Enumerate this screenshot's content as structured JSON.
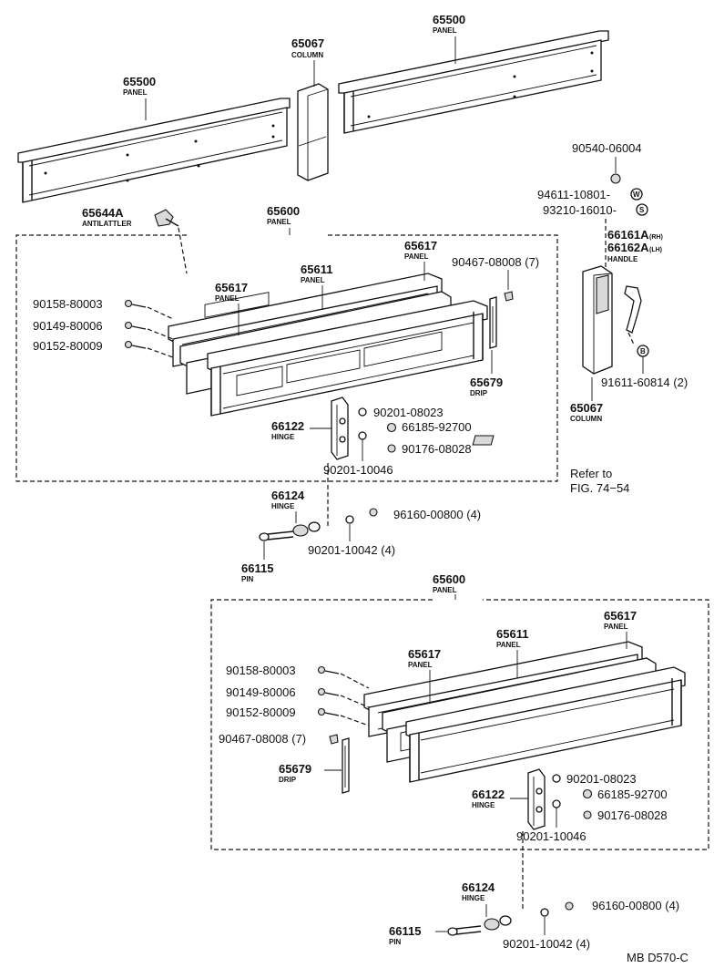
{
  "labels": {
    "p65500_left": "65500",
    "p65500_left_name": "PANEL",
    "p65500_right": "65500",
    "p65500_right_name": "PANEL",
    "p65067_top": "65067",
    "p65067_top_name": "COLUMN",
    "p65644a": "65644A",
    "p65644a_name": "ANTILATTLER",
    "p65600_1": "65600",
    "p65600_1_name": "PANEL",
    "p65617_1a": "65617",
    "p65617_1a_name": "PANEL",
    "p65611_1": "65611",
    "p65611_1_name": "PANEL",
    "p65617_1b": "65617",
    "p65617_1b_name": "PANEL",
    "p90467_1": "90467-08008 (7)",
    "p90158_1": "90158-80003",
    "p90149_1": "90149-80006",
    "p90152_1": "90152-80009",
    "p65679_1": "65679",
    "p65679_1_name": "DRIP",
    "p90201_08023_1": "90201-08023",
    "p66185_1": "66185-92700",
    "p90176_1": "90176-08028",
    "p66122_1": "66122",
    "p66122_1_name": "HINGE",
    "p90201_10046_1": "90201-10046",
    "p66124_1": "66124",
    "p66124_1_name": "HINGE",
    "p96160_1": "96160-00800 (4)",
    "p90201_10042_1": "90201-10042 (4)",
    "p66115_1": "66115",
    "p66115_1_name": "PIN",
    "p90540": "90540-06004",
    "p94611": "94611-10801-",
    "p94611_sym": "W",
    "p93210": "93210-16010-",
    "p93210_sym": "S",
    "p66161a": "66161A",
    "p66161a_sub": "(RH)",
    "p66162a": "66162A",
    "p66162a_sub": "(LH)",
    "p66161_name": "HANDLE",
    "p91611_sym": "B",
    "p91611": "91611-60814 (2)",
    "p65067_side": "65067",
    "p65067_side_name": "COLUMN",
    "refer1": "Refer to",
    "refer2": "FIG. 74−54",
    "p65600_2": "65600",
    "p65600_2_name": "PANEL",
    "p65617_2b": "65617",
    "p65617_2b_name": "PANEL",
    "p65611_2": "65611",
    "p65611_2_name": "PANEL",
    "p65617_2a": "65617",
    "p65617_2a_name": "PANEL",
    "p90158_2": "90158-80003",
    "p90149_2": "90149-80006",
    "p90152_2": "90152-80009",
    "p90467_2": "90467-08008 (7)",
    "p65679_2": "65679",
    "p65679_2_name": "DRIP",
    "p90201_08023_2": "90201-08023",
    "p66185_2": "66185-92700",
    "p90176_2": "90176-08028",
    "p66122_2": "66122",
    "p66122_2_name": "HINGE",
    "p90201_10046_2": "90201-10046",
    "p66124_2": "66124",
    "p66124_2_name": "HINGE",
    "p96160_2": "96160-00800 (4)",
    "p66115_2": "66115",
    "p66115_2_name": "PIN",
    "p90201_10042_2": "90201-10042 (4)",
    "drawing_code": "MB D570-C"
  }
}
